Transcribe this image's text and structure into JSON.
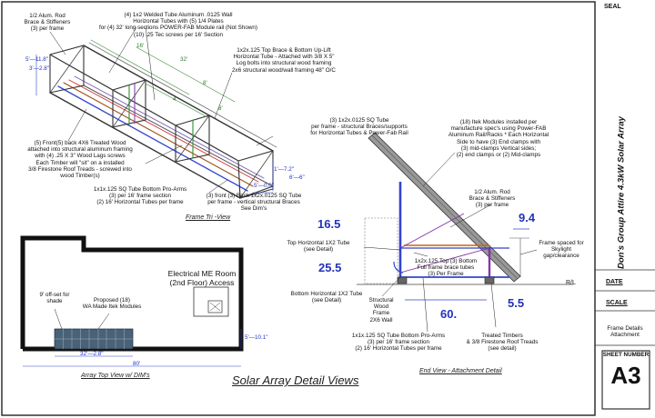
{
  "title_block": {
    "seal_label": "SEAL",
    "project_title": "Don's Group Attire   4.3kW  Solar  Array",
    "date_label": "DATE",
    "scale_label": "SCALE",
    "sheet_desc_line1": "Frame Details",
    "sheet_desc_line2": "Attachment",
    "sheet_number_label": "SHEET NUMBER",
    "sheet_number": "A3"
  },
  "drawing_title": "Solar Array Detail Views",
  "frame_tri_view": {
    "label": "Frame Tri -View",
    "note_rod": [
      "1/2 Alum. Rod",
      "Brace & Stiffeners",
      "(3) per frame"
    ],
    "note_tubes": [
      "(4) 1x2 Welded Tube Aluminum .0125 Wall",
      "Horizontal Tubes with (5) 1/4 Plates",
      "for (4) 32' long sections POWER-FAB Module rail (Not Shown)",
      "(10) .25 Tec screws per 16' Section"
    ],
    "note_topbrace": [
      "1x2x.125 Top Brace & Bottom Up-Lift",
      "Horizontal Tube - Attached with 3/8 X 5\"",
      "Log bolts into structural wood framing",
      "2x6 structural wood/wall framing 48\" O/C"
    ],
    "note_sqtube": [
      "(3) 1x2x.0125 SQ Tube",
      "per frame - structural Braces/supports",
      "for Horizontal Tubes & Power-Fab Rail"
    ],
    "note_wood": [
      "(5) Front(5) back 4X6 Treated Wood",
      "attached into structural aluminum framing",
      "with (4) .25 X 3\" Wood Lags screws",
      "Each Timber will \"sit\" on a installed",
      "3/8 Firestone Roof Treads - screwed into",
      "wood Timber(s)"
    ],
    "note_proarms": [
      "1x1x.125 SQ Tube Bottom Pro-Arms",
      "(3) per 16' frame section",
      "(2) 16' Horizontal Tubes per frame"
    ],
    "note_back": [
      "(3) front (3) Back 1x2x.0125 SQ Tube",
      "per frame - vertical structural Braces",
      "See Dim's"
    ],
    "dim_16": "16'",
    "dim_32": "32'",
    "dim_8a": "8'",
    "dim_8b": "8'",
    "dim_4": "4'",
    "dim_a": "5'—11.8\"",
    "dim_b": "3'—2.8\"",
    "dim_c": "1'—7.2\"",
    "dim_d": "6'—6\"",
    "dim_e": "5'—0.0\""
  },
  "end_view": {
    "label": "End View - Attachment Detail",
    "note_itek": [
      "(18) Itek Modules installed per",
      "manufacture spec's using Power-FAB",
      "Aluminum Rail/Racks * Each Horizontal",
      "Side to have (3) End clamps with",
      "(3) mid-clamps Vertical sides;",
      "(2) end clamps or (2) Mid-clamps"
    ],
    "note_rod": [
      "1/2 Alum. Rod",
      "Brace & Stiffeners",
      "(3) per frame"
    ],
    "note_top_horiz": [
      "Top Horizontal 1X2 Tube",
      "(see Detail)"
    ],
    "note_top_frame": [
      "1x2x.125 Top (3) Bottom",
      "Full frame brace tubes",
      "(3) Per Frame"
    ],
    "note_bottom_horiz": [
      "Bottom Horizontal 1X2 Tube",
      "(see Detail)"
    ],
    "note_struct": [
      "Structural",
      "Wood",
      "Frame",
      "2X6 Wall"
    ],
    "note_proarms": [
      "1x1x.125 SQ Tube Bottom Pro-Arms",
      "(3) per 16' frame section",
      "(2) 16' Horizontal Tubes per frame"
    ],
    "note_timbers": [
      "Treated Timbers",
      "& 3/8 Firestone Roof Treads",
      "(see detail)"
    ],
    "note_skylight": [
      "Frame spaced for",
      "Skylight",
      "gap/clearance"
    ],
    "dim_165": "16.5",
    "dim_94": "9.4",
    "dim_255": "25.5",
    "dim_55": "5.5",
    "dim_60": "60.",
    "rl": "R/L"
  },
  "top_view": {
    "label": "Array Top View w/ DIM's",
    "room_label": [
      "Electrical ME Room",
      "(2nd Floor) Access"
    ],
    "offset_note": [
      "9' off-set for",
      "shade"
    ],
    "modules_note": [
      "Proposed  (18)",
      "WA Made Itek Modules"
    ],
    "dim_width": "32'—2.8\"",
    "dim_total": "80'",
    "dim_side": "5'—10.1\""
  }
}
